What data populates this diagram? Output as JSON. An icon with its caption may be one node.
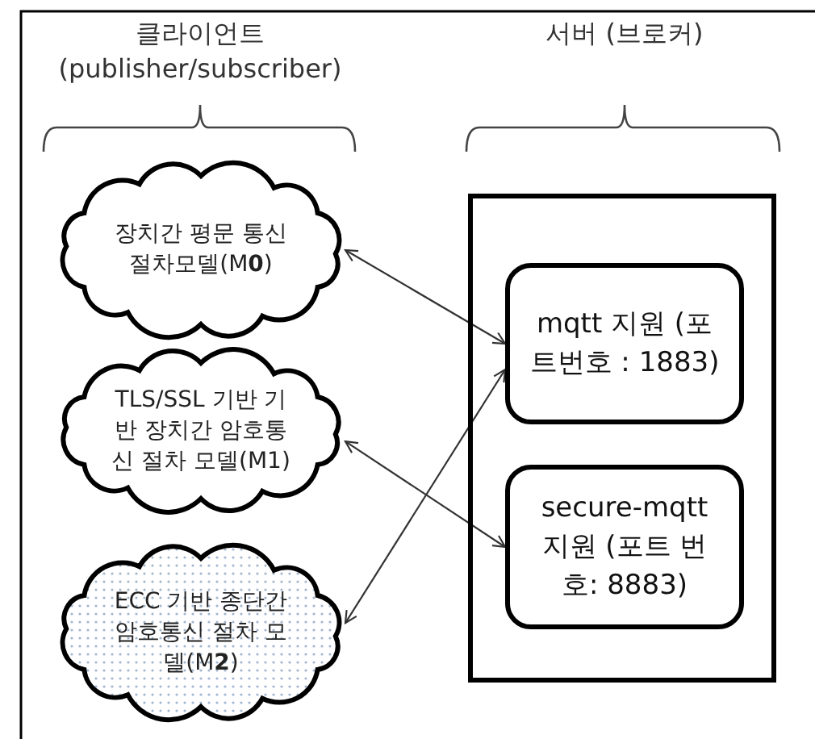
{
  "diagram": {
    "nodes": [
      {
        "text": [
          "장치간 평문 통신 절차모델(M**0**)"
        ]
      },
      {
        "text": [
          "TLS/SSL 기반 기반 장치간 암호통신 절차 모델(M1)"
        ]
      },
      {
        "text": [
          "ECC 기반 종단간 암호통신 절차 모델(M**2**)"
        ]
      },
      {
        "text": [],
        "shape": "box"
      },
      {
        "text": [
          "mqtt 지원 (포트번호 : 1883)"
        ],
        "in": 3
      },
      {
        "text": [
          "secure-mqtt 지원 (포트 번호: 8883)"
        ],
        "in": 3
      }
    ],
    "edges": [
      {
        "from": 0,
        "to": 4,
        "arrow": "both"
      },
      {
        "from": 1,
        "to": 5,
        "arrow": "both"
      },
      {
        "from": 2,
        "to": 4,
        "arrow": "both"
      }
    ],
    "labels": [
      "클라이언트 (publisher/subscriber)",
      "서버 (브로커)"
    ]
  }
}
